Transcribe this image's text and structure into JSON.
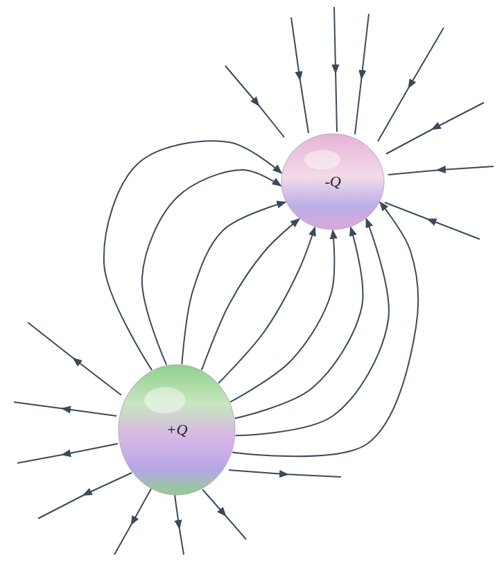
{
  "diagram": {
    "nodes": [
      {
        "text": [
          "-Q"
        ]
      },
      {
        "text": [
          "+Q"
        ]
      }
    ],
    "edges": [
      {
        "from": 1,
        "to": 0,
        "arrow": "to"
      },
      {
        "from": 1,
        "to": 0,
        "arrow": "to"
      },
      {
        "from": 1,
        "to": 0,
        "arrow": "to"
      },
      {
        "from": 1,
        "to": 0,
        "arrow": "to"
      },
      {
        "from": 1,
        "to": 0,
        "arrow": "to"
      },
      {
        "from": 1,
        "to": 0,
        "arrow": "to"
      },
      {
        "from": 1,
        "to": 0,
        "arrow": "to"
      },
      {
        "from": 1,
        "to": 0,
        "arrow": "to"
      },
      {
        "from": 1,
        "to": 0,
        "arrow": "to"
      }
    ]
  }
}
